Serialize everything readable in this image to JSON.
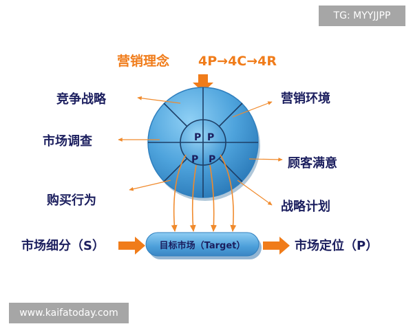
{
  "watermark_top": "TG: MYYJJPP",
  "watermark_bottom": "www.kaifatoday.com",
  "header": {
    "label": "营销理念",
    "formula": "4P→4C→4R"
  },
  "left_labels": [
    "竞争战略",
    "市场调查",
    "购买行为"
  ],
  "right_labels": [
    "营销环境",
    "顾客满意",
    "战略计划"
  ],
  "center_cells": [
    "P",
    "P",
    "P",
    "P"
  ],
  "flow": {
    "left": "市场细分（S）",
    "center": "目标市场（Target）",
    "right": "市场定位（P）"
  },
  "colors": {
    "accent_orange": "#f07c1a",
    "label_navy": "#1b1e5e",
    "disc_blue": "#4ea3dc",
    "arrow_text": "#e36b12"
  }
}
